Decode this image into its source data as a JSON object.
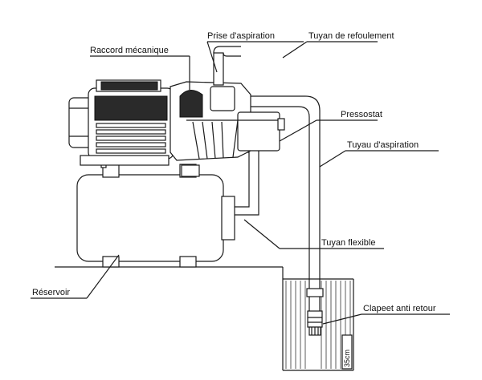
{
  "diagram": {
    "labels": {
      "raccord_mecanique": "Raccord mécanique",
      "prise_aspiration": "Prise d'aspiration",
      "tuyan_refoulement": "Tuyan de refoulement",
      "pressostat": "Pressostat",
      "tuyau_aspiration": "Tuyau d'aspiration",
      "tuyan_flexible": "Tuyan flexible",
      "reservoir": "Réservoir",
      "clapet_anti_retour": "Clapeet anti retour",
      "depth_marker": "35cm"
    }
  }
}
